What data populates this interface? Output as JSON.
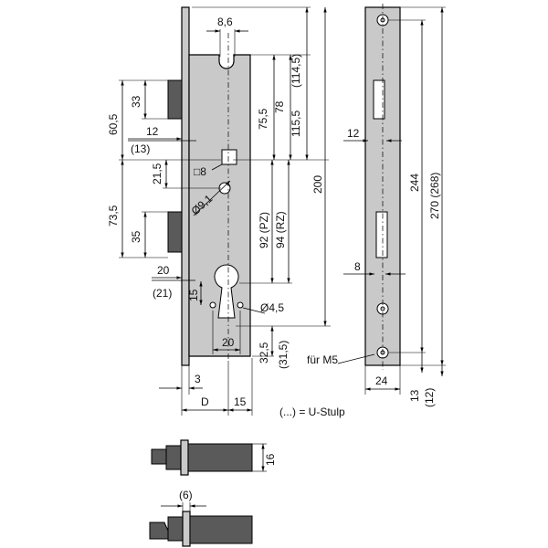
{
  "colors": {
    "body": "#c9c9c9",
    "bolt": "#5a5a5a",
    "line": "#000000",
    "background": "#ffffff"
  },
  "front_view": {
    "top_slot_width": "8,6",
    "dims_left": {
      "d_60_5": "60,5",
      "d_33": "33",
      "d_12": "12",
      "d_13": "(13)",
      "d_21_5": "21,5",
      "d_73_5": "73,5",
      "d_35": "35",
      "d_20": "20",
      "d_21": "(21)",
      "d_15": "15"
    },
    "square_label": "□8",
    "dia_9_1": "Ø9,1",
    "dia_4_5": "Ø4,5",
    "dims_right": {
      "d_75_5": "75,5",
      "d_78": "78",
      "d_115_5": "115,5",
      "d_114_5": "(114,5)",
      "d_200": "200",
      "d_92": "92 (PZ)",
      "d_94": "94 (RZ)",
      "d_32_5": "32,5",
      "d_31_5": "(31,5)"
    },
    "dims_bottom": {
      "d_20": "20",
      "d_3": "3",
      "d_D": "D",
      "d_15": "15"
    }
  },
  "side_view": {
    "d_12": "12",
    "d_8": "8",
    "d_244": "244",
    "d_270": "270 (268)",
    "screw_label": "für M5",
    "d_24": "24",
    "d_13": "13",
    "d_12b": "(12)"
  },
  "legend": "(...) = U-Stulp",
  "bolt_views": {
    "d_16": "16",
    "d_6": "(6)"
  }
}
